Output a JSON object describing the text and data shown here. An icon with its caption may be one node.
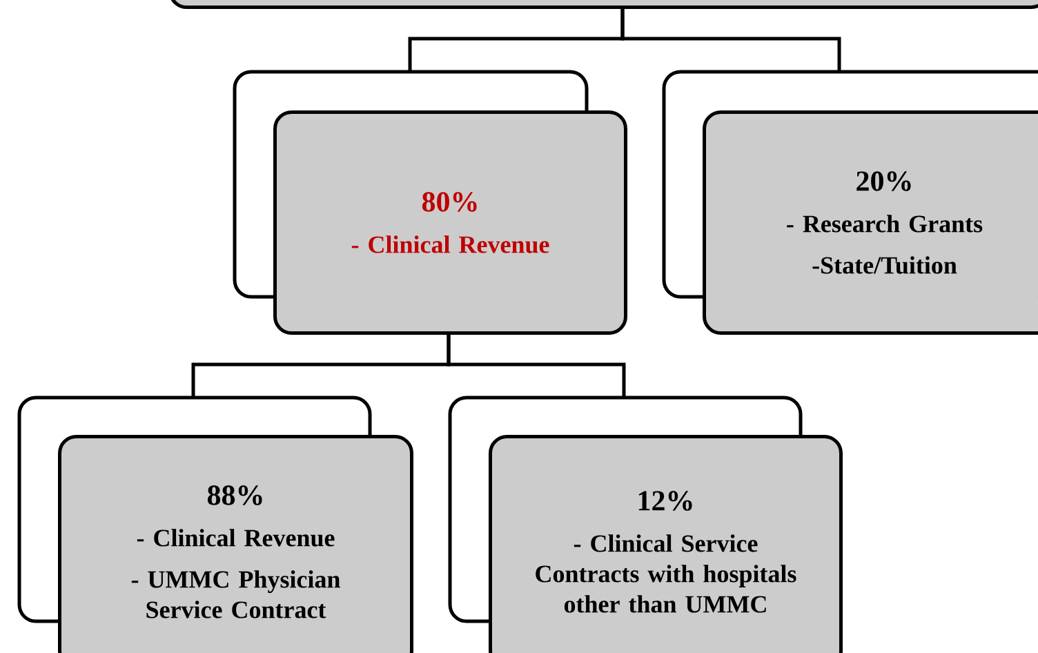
{
  "diagram": {
    "nodes": [
      {
        "text": [],
        "shape": "box"
      },
      {
        "text": [
          "80%",
          "- Clinical Revenue"
        ]
      },
      {
        "text": [
          "20%",
          "- Research Grants",
          "-State/Tuition"
        ]
      },
      {
        "text": [
          "88%",
          "- Clinical Revenue",
          "- UMMC Physician Service Contract"
        ]
      },
      {
        "text": [
          "12%",
          "- Clinical Service Contracts with hospitals other than UMMC"
        ]
      }
    ],
    "edges": [
      {
        "from": 0,
        "to": 1,
        "arrow": "none"
      },
      {
        "from": 0,
        "to": 2,
        "arrow": "none"
      },
      {
        "from": 1,
        "to": 3,
        "arrow": "none"
      },
      {
        "from": 1,
        "to": 4,
        "arrow": "none"
      }
    ]
  }
}
